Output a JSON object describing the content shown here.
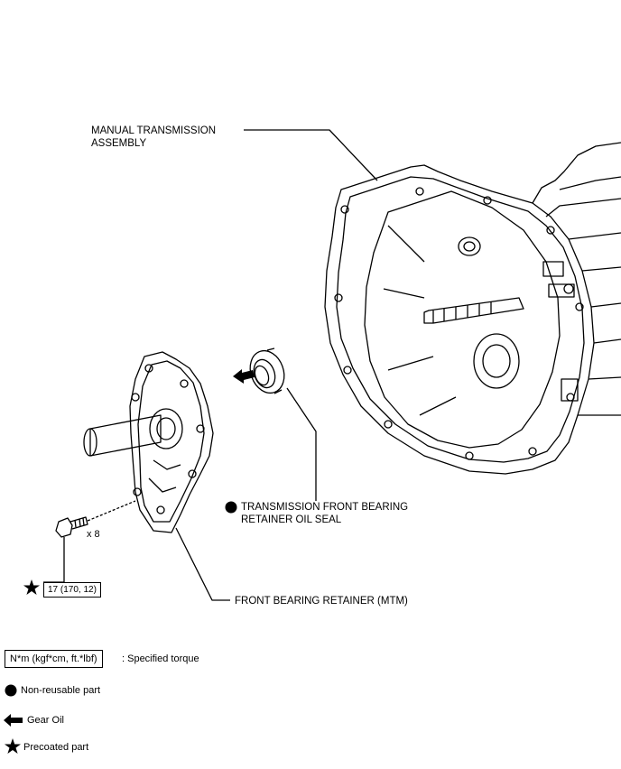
{
  "labels": {
    "manual_transmission_line1": "MANUAL TRANSMISSION",
    "manual_transmission_line2": "ASSEMBLY",
    "oil_seal_line1": "TRANSMISSION FRONT BEARING",
    "oil_seal_line2": "RETAINER OIL SEAL",
    "front_bearing_retainer": "FRONT BEARING RETAINER (MTM)",
    "bolt_qty": "x 8",
    "torque_value": "17 (170, 12)"
  },
  "legend": {
    "torque_box": "N*m (kgf*cm, ft.*lbf)",
    "torque_desc": ": Specified torque",
    "non_reusable": "Non-reusable part",
    "gear_oil": "Gear Oil",
    "precoated": "Precoated part"
  },
  "icons": {
    "non_reusable": "filled-circle-icon",
    "gear_oil": "left-arrow-icon",
    "precoated": "star-icon"
  }
}
